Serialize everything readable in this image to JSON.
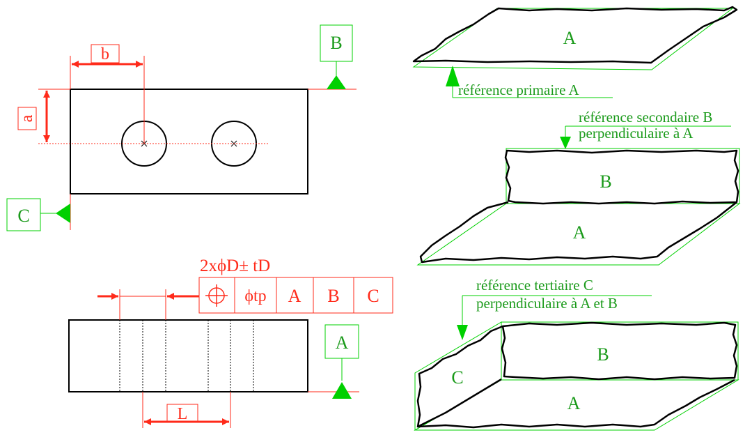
{
  "colors": {
    "dimension_red": "#ff2a1a",
    "datum_green": "#00d000",
    "datum_text_green": "#1a9a1a",
    "outline_black": "#000000"
  },
  "top_view": {
    "dim_a": "a",
    "dim_b": "b",
    "datum_b": "B",
    "datum_c": "C"
  },
  "front_view": {
    "callout": "2xϕD± tD",
    "frame_cells": [
      "⊕",
      "ϕtp",
      "A",
      "B",
      "C"
    ],
    "datum_a": "A",
    "dim_l": "L"
  },
  "datum_diagrams": {
    "primary": {
      "plane_label": "A",
      "note": "référence primaire A"
    },
    "secondary": {
      "note_line1": "référence secondaire B",
      "note_line2": "perpendiculaire à A",
      "plane_b": "B",
      "plane_a": "A"
    },
    "tertiary": {
      "note_line1": "référence tertiaire C",
      "note_line2": "perpendiculaire à A et B",
      "plane_c": "C",
      "plane_b": "B",
      "plane_a": "A"
    }
  }
}
